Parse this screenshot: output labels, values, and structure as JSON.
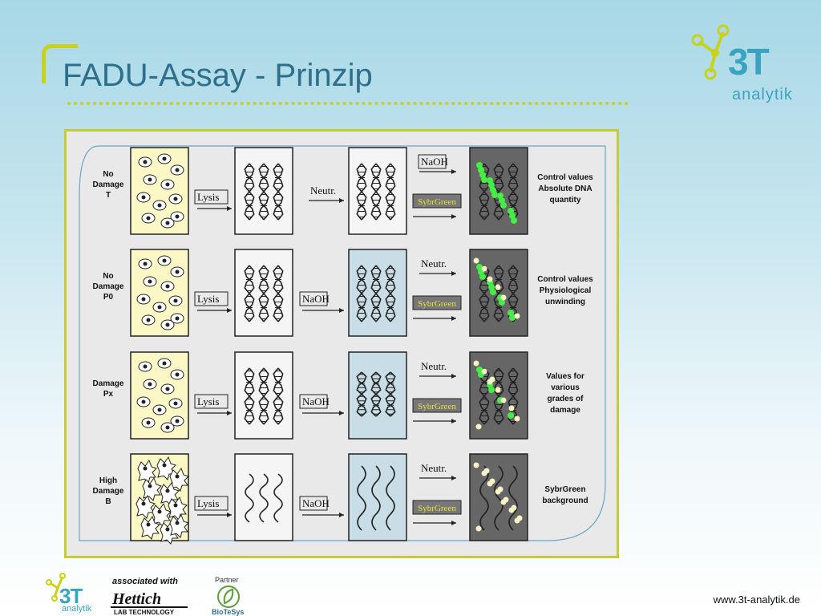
{
  "slide": {
    "title": "FADU-Assay - Prinzip",
    "url": "www.3t-analytik.de"
  },
  "logo": {
    "brand": "3T",
    "sub": "analytik"
  },
  "footer": {
    "associated": "associated with",
    "hettich_name": "Hettich",
    "hettich_sub": "LAB TECHNOLOGY",
    "partner_label": "Partner",
    "partner_name": "BioTeSys"
  },
  "figure": {
    "rows": [
      {
        "label": [
          "No",
          "Damage",
          "T"
        ],
        "step1": "Lysis",
        "step2": "Neutr.",
        "step3_top": "NaOH",
        "step3_bot": "SybrGreen",
        "result": [
          "Control values",
          "Absolute DNA",
          "quantity"
        ]
      },
      {
        "label": [
          "No",
          "Damage",
          "P0"
        ],
        "step1": "Lysis",
        "step2": "NaOH",
        "step3_top": "Neutr.",
        "step3_bot": "SybrGreen",
        "result": [
          "Control values",
          "Physiological",
          "unwinding"
        ]
      },
      {
        "label": [
          "Damage",
          "Px"
        ],
        "step1": "Lysis",
        "step2": "NaOH",
        "step3_top": "Neutr.",
        "step3_bot": "SybrGreen",
        "result": [
          "Values for",
          "various",
          "grades of",
          "damage"
        ]
      },
      {
        "label": [
          "High",
          "Damage",
          "B"
        ],
        "step1": "Lysis",
        "step2": "NaOH",
        "step3_top": "Neutr.",
        "step3_bot": "SybrGreen",
        "result": [
          "SybrGreen",
          "background"
        ]
      }
    ]
  },
  "colors": {
    "accent": "#c9d21a",
    "brand": "#3aa3c2",
    "title": "#2e6f8c"
  }
}
